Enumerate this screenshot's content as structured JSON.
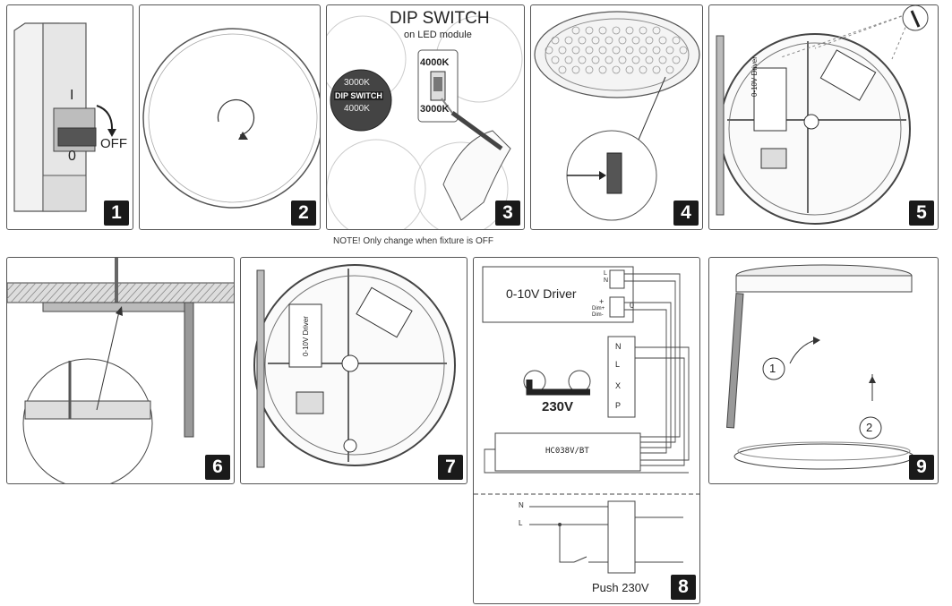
{
  "panels": {
    "p1": {
      "number": "1",
      "on_label": "I",
      "off_position": "0",
      "off_text": "OFF"
    },
    "p2": {
      "number": "2"
    },
    "p3": {
      "number": "3",
      "title": "DIP SWITCH",
      "subtitle": "on LED module",
      "badge_top": "3000K",
      "badge_mid": "DIP SWITCH",
      "badge_bottom": "4000K",
      "switch_top": "4000K",
      "switch_bottom": "3000K"
    },
    "p4": {
      "number": "4"
    },
    "p5": {
      "number": "5",
      "driver_label": "0-10V Driver"
    },
    "p6": {
      "number": "6"
    },
    "p7": {
      "number": "7",
      "driver_label": "0-10V Driver"
    },
    "p8": {
      "number": "8",
      "driver_text": "0-10V Driver",
      "driver_pins": [
        "L",
        "N"
      ],
      "dim_pins": [
        "Dim+",
        "Dim-"
      ],
      "plus": "+",
      "zero": "0",
      "voltage": "230V",
      "module_label": "HC038V/BT",
      "terminal_letters": [
        "N",
        "L",
        "X",
        "P"
      ],
      "wire_n": "N",
      "wire_l": "L",
      "push_label": "Push 230V"
    },
    "p9": {
      "number": "9",
      "step1": "1",
      "step2": "2"
    }
  },
  "note": "NOTE! Only change when fixture is OFF"
}
